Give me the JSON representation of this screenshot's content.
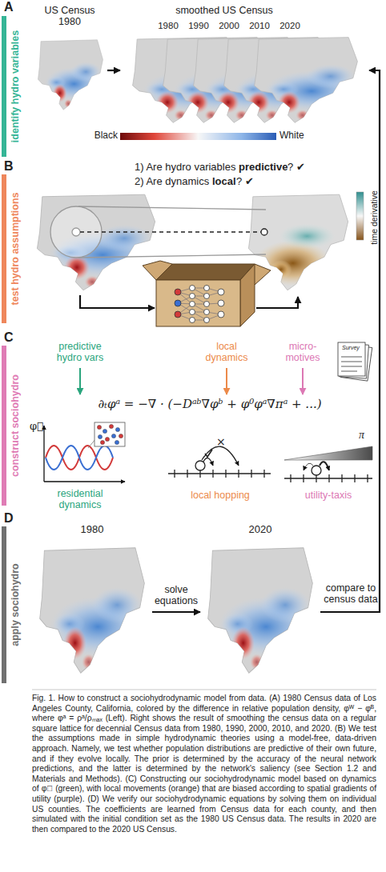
{
  "diagram": {
    "caption": "Fig. 1. How to construct a sociohydrodynamic model from data. (A) 1980 Census data of Los Angeles County, California, colored by the difference in relative population density, φᵂ − φᴮ, where φᵃ = ρᵃ/ρₘₐₓ (Left). Right shows the result of smoothing the census data on a regular square lattice for decennial Census data from 1980, 1990, 2000, 2010, and 2020. (B) We test the assumptions made in simple hydrodynamic theories using a model-free, data-driven approach. Namely, we test whether population distributions are predictive of their own future, and if they evolve locally. The prior is determined by the accuracy of the neural network predictions, and the latter is determined by the network's saliency (see Section 1.2 and Materials and Methods). (C) Constructing our sociohydrodynamic model based on dynamics of φ⃗ (green), with local movements (orange) that are biased according to spatial gradients of utility (purple). (D) We verify our sociohydrodynamic equations by solving them on individual US counties. The coefficients are learned from Census data for each county, and then simulated with the initial condition set as the 1980 US Census data. The results in 2020 are then compared to the 2020 US Census.",
    "nodes": [
      {
        "text": [
          "identify hydro variables"
        ]
      },
      {
        "text": [
          "US Census 1980"
        ]
      },
      {
        "text": [
          "smoothed US Census"
        ]
      },
      {
        "text": [
          "test hydro assumptions"
        ]
      },
      {
        "text": [
          "construct sociohydro"
        ]
      },
      {
        "text": [
          "apply sociohydro"
        ]
      },
      {
        "text": [
          "1980"
        ]
      },
      {
        "text": [
          "2020"
        ]
      }
    ],
    "edges": [
      {
        "from": 1,
        "to": 2,
        "arrow": "to"
      },
      {
        "from": 6,
        "to": 7,
        "label": "solve equations",
        "arrow": "to"
      },
      {
        "from": 7,
        "to": 2,
        "label": "compare to census data",
        "arrow": "to"
      }
    ],
    "labels": [
      "A",
      "Black",
      "White",
      "1980",
      "1990",
      "2000",
      "2010",
      "2020",
      "B",
      "1) Are hydro variables",
      "predictive",
      "?",
      "✔",
      "2) Are dynamics",
      "local",
      "?",
      "✔",
      "time derivative",
      "C",
      "predictive hydro vars",
      "local dynamics",
      "micro-motives",
      "Survey",
      "∂ₜφᵃ = −∇ · (−Dᵃᵇ∇φᵇ + φ⁰φᵃ∇πᵃ + ...)",
      "φ⃗",
      "residential dynamics",
      "×",
      "local hopping",
      "π",
      "utility-taxis",
      "D"
    ]
  }
}
